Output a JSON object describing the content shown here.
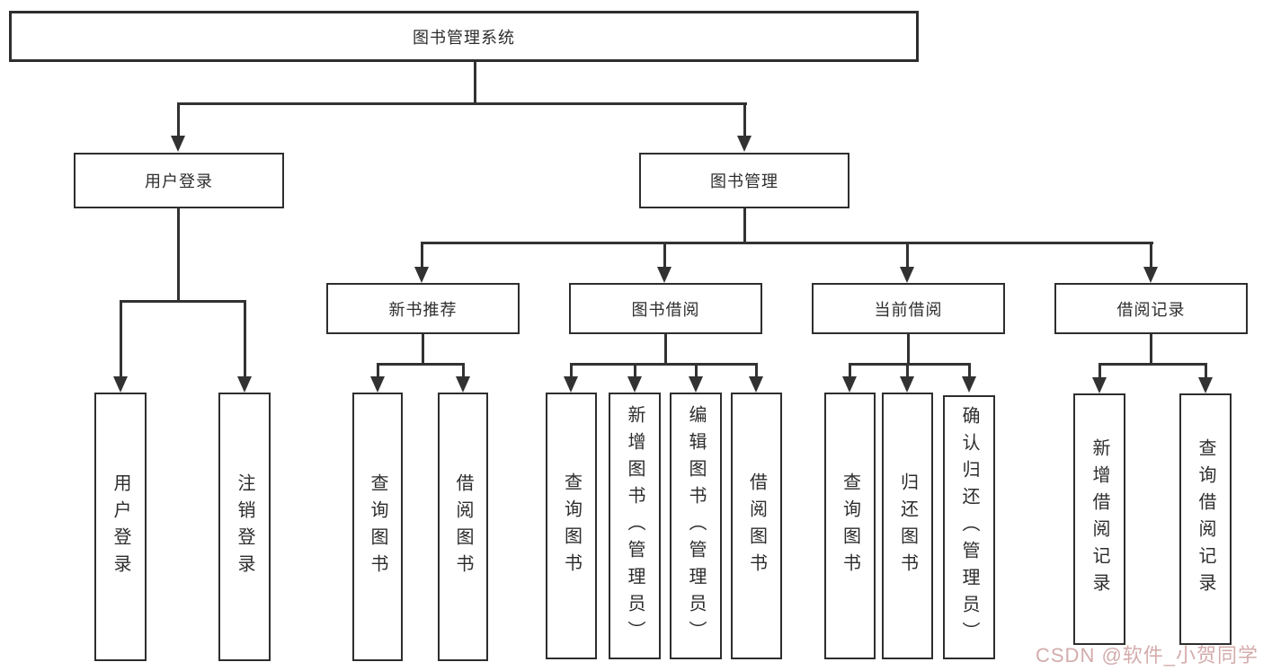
{
  "diagram": {
    "root": "图书管理系统",
    "level2": {
      "user": "用户登录",
      "book": "图书管理"
    },
    "level3": {
      "recommend": "新书推荐",
      "borrow": "图书借阅",
      "current": "当前借阅",
      "records": "借阅记录"
    },
    "leaves": {
      "user_login": "用户登录",
      "user_logout": "注销登录",
      "recommend_query": "查询图书",
      "recommend_borrow": "借阅图书",
      "borrow_query": "查询图书",
      "borrow_add": "新增图书（管理员）",
      "borrow_edit": "编辑图书（管理员）",
      "borrow_borrow": "借阅图书",
      "current_query": "查询图书",
      "current_return": "归还图书",
      "current_confirm": "确认归还（管理员）",
      "records_add": "新增借阅记录",
      "records_query": "查询借阅记录"
    },
    "watermark": "CSDN @软件_小贺同学",
    "colors": {
      "line": "#323232",
      "box_border": "#2e2e2e",
      "text": "#2d2d2d",
      "background": "#ffffff",
      "watermark": "#c48a8a"
    }
  }
}
